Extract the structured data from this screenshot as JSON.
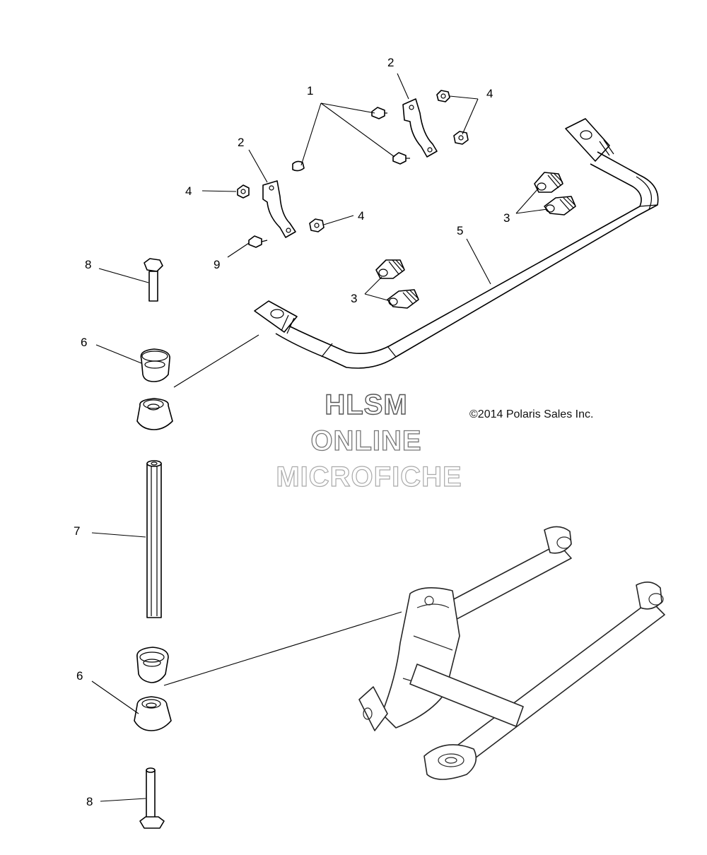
{
  "callouts": {
    "c1": "1",
    "c2a": "2",
    "c2b": "2",
    "c3a": "3",
    "c3b": "3",
    "c4a": "4",
    "c4b": "4",
    "c4c": "4",
    "c5": "5",
    "c6a": "6",
    "c6b": "6",
    "c7": "7",
    "c8a": "8",
    "c8b": "8",
    "c9": "9"
  },
  "copyright": "©2014 Polaris Sales Inc.",
  "watermark": {
    "line1": "HLSM",
    "line2": "ONLINE",
    "line3": "MICROFICHE"
  }
}
